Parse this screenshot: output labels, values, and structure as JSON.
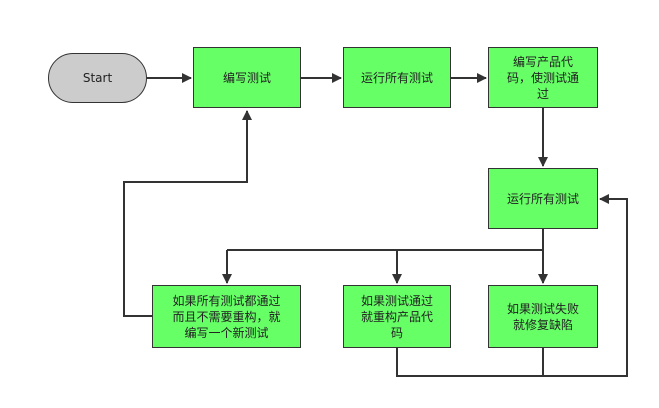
{
  "colors": {
    "node_fill": "#66ff66",
    "terminal_fill": "#cccccc",
    "line": "#333333"
  },
  "nodes": {
    "start": "Start",
    "write_test": "编写测试",
    "run_all_1": "运行所有测试",
    "write_code": "编写产品代\n码，使测试通\n过",
    "run_all_2": "运行所有测试",
    "pass_no_refactor": "如果所有测试都通过\n而且不需要重构，就\n编写一个新测试",
    "pass_refactor": "如果测试通过\n就重构产品代\n码",
    "fail_fix": "如果测试失败\n就修复缺陷"
  }
}
